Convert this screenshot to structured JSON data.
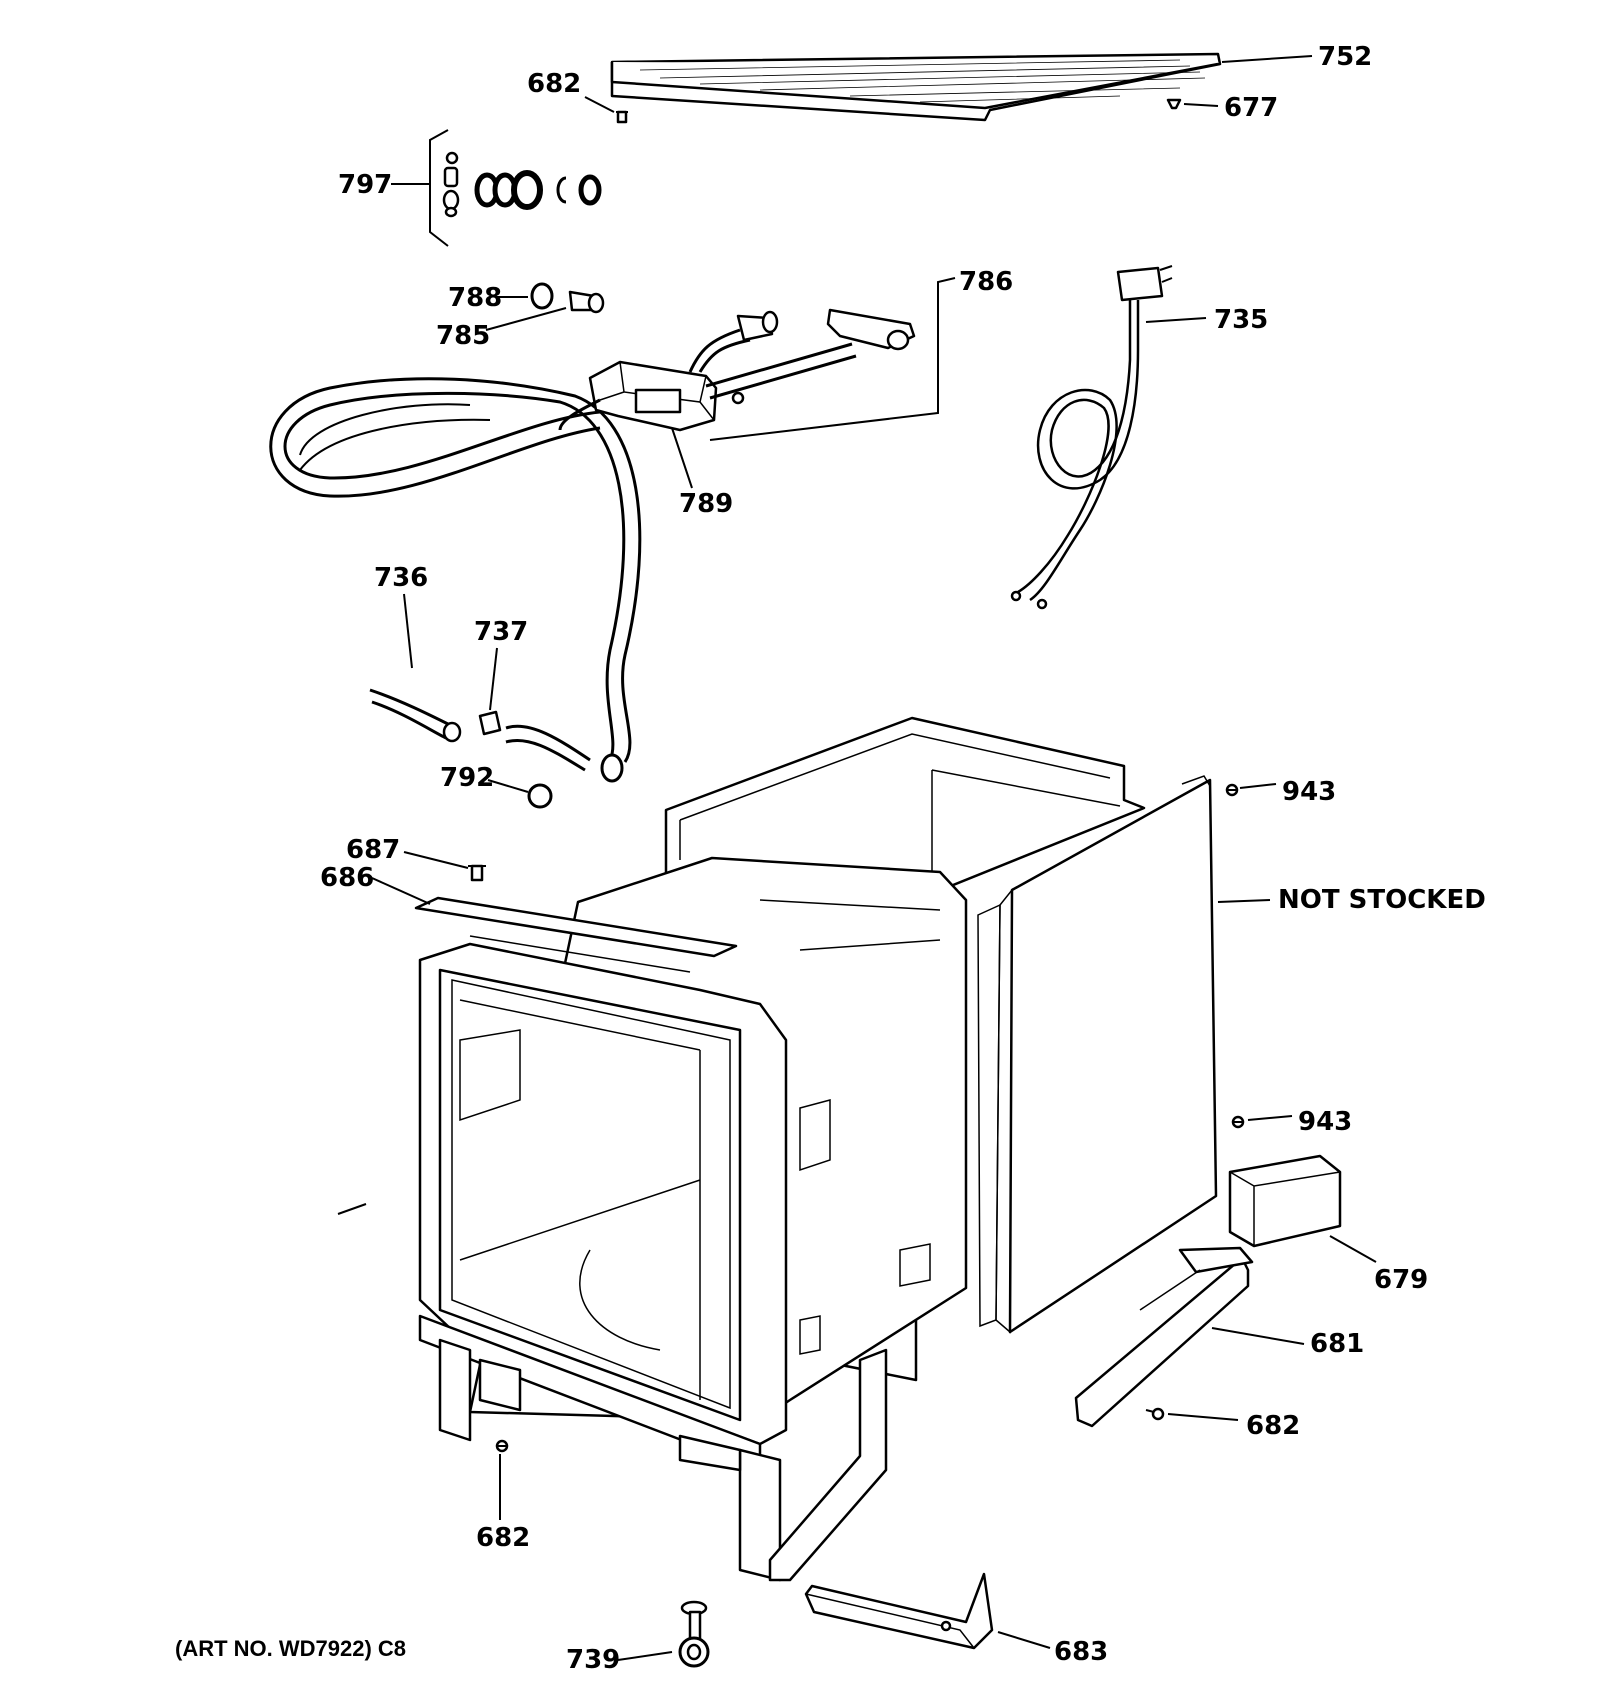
{
  "labels": {
    "l752": "752",
    "l682_top": "682",
    "l677": "677",
    "l797": "797",
    "l786": "786",
    "l788": "788",
    "l785": "785",
    "l735": "735",
    "l789": "789",
    "l736": "736",
    "l737": "737",
    "l792": "792",
    "l943_top": "943",
    "l687": "687",
    "l686": "686",
    "l_not_stocked": "NOT STOCKED",
    "l943_bottom": "943",
    "l679": "679",
    "l681": "681",
    "l682_right": "682",
    "l682_bottom": "682",
    "l739": "739",
    "l683": "683"
  },
  "footer": {
    "art_no": "(ART NO. WD7922) C8"
  }
}
